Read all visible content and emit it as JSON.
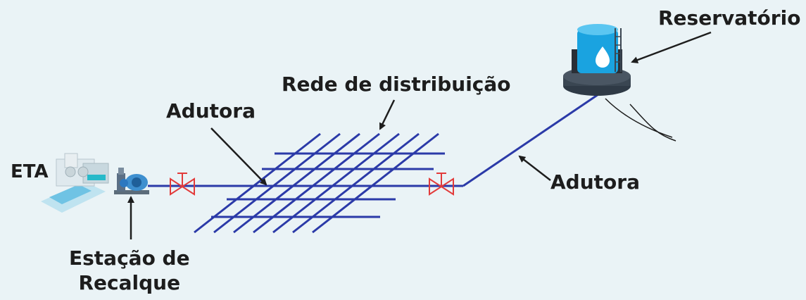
{
  "labels": {
    "eta": "ETA",
    "adutora_left": "Adutora",
    "rede": "Rede de distribuição",
    "reservatorio": "Reservatório",
    "adutora_right": "Adutora",
    "estacao_line1": "Estação de",
    "estacao_line2": "Recalque"
  },
  "colors": {
    "pipe": "#2b3aa8",
    "valve": "#e23b3b",
    "background": "#eaf3f6",
    "tank": "#1aa3e0",
    "arrow": "#1d1d1d"
  }
}
